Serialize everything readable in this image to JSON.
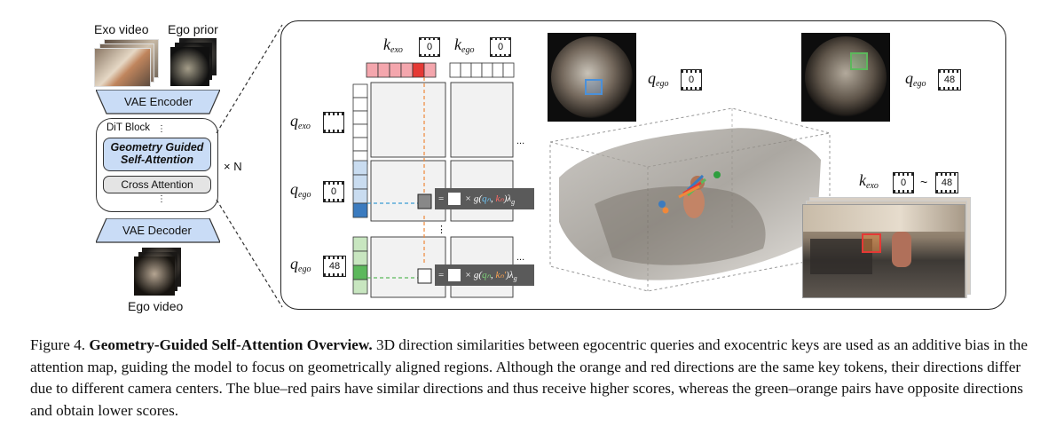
{
  "figure": {
    "left": {
      "exo_video_label": "Exo video",
      "ego_prior_label": "Ego prior",
      "vae_encoder": "VAE Encoder",
      "dit_block": "DiT Block",
      "dots_top": "⋮",
      "ggsa_line1": "Geometry Guided",
      "ggsa_line2": "Self-Attention",
      "cross_attention": "Cross Attention",
      "dots_bottom": "⋮",
      "times_n": "× N",
      "vae_decoder": "VAE Decoder",
      "ego_video_label": "Ego video"
    },
    "matrix": {
      "k_exo": "k",
      "k_exo_sub": "exo",
      "k_exo_frame": "0",
      "k_ego": "k",
      "k_ego_sub": "ego",
      "k_ego_frame": "0",
      "q_exo": "q",
      "q_exo_sub": "exo",
      "q_ego1": "q",
      "q_ego1_sub": "ego",
      "q_ego1_frame": "0",
      "q_ego2": "q",
      "q_ego2_sub": "ego",
      "q_ego2_frame": "48",
      "ellipsis": "...",
      "vdots": "⋮",
      "formula1_eq": "=",
      "formula1_times": "× g(",
      "formula1_q": "qₙ",
      "formula1_comma": ", ",
      "formula1_k": "kₙ",
      "formula1_end": ")λ",
      "formula1_lsub": "g",
      "formula2_eq": "=",
      "formula2_times": "× g(",
      "formula2_q": "qₙ",
      "formula2_comma": ", ",
      "formula2_k": "kₙ′",
      "formula2_end": ")λ",
      "formula2_lsub": "g"
    },
    "scene": {
      "q_ego_top": "q",
      "q_ego_top_sub": "ego",
      "q_ego_top_frame": "0",
      "q_ego_right": "q",
      "q_ego_right_sub": "ego",
      "q_ego_right_frame": "48",
      "k_exo": "k",
      "k_exo_sub": "exo",
      "k_exo_frame_a": "0",
      "tilde": "~",
      "k_exo_frame_b": "48"
    },
    "colors": {
      "red": "#e53935",
      "pink": "#f4a6ad",
      "blue": "#3b7bbf",
      "light_blue": "#c9dcf0",
      "green": "#5cb85c",
      "light_green": "#c8e6c0",
      "orange": "#f0883a",
      "pill_blue": "#c9dcf6",
      "formula_bg": "#5a5a5a"
    }
  },
  "caption": {
    "prefix": "Figure 4. ",
    "title": "Geometry-Guided Self-Attention Overview.",
    "body": " 3D direction similarities between egocentric queries and exocentric keys are used as an additive bias in the attention map, guiding the model to focus on geometrically aligned regions. Although the orange and red directions are the same key tokens, their directions differ due to different camera centers. The blue–red pairs have similar directions and thus receive higher scores, whereas the green–orange pairs have opposite directions and obtain lower scores."
  }
}
